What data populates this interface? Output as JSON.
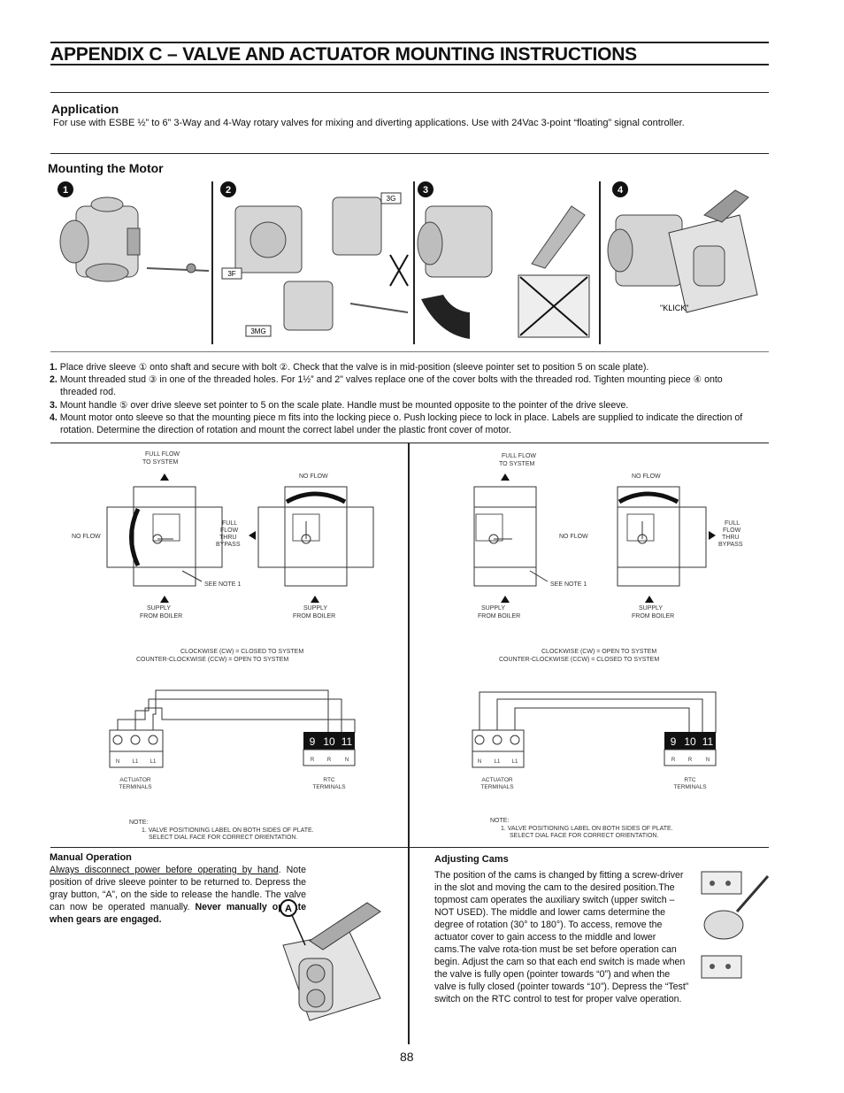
{
  "title": "APPENDIX C  –  VALVE AND ACTUATOR MOUNTING INSTRUCTIONS",
  "application": {
    "heading": "Application",
    "text": "For use with ESBE ½” to 6” 3-Way and 4-Way rotary valves for mixing and diverting applications. Use with 24Vac 3-point “floating” signal controller."
  },
  "mounting": {
    "heading": "Mounting the Motor",
    "panel_numbers": [
      "1",
      "2",
      "3",
      "4"
    ],
    "labels": {
      "3G": "3G",
      "3F": "3F",
      "3MG": "3MG",
      "klick": "\"KLICK\""
    },
    "steps": [
      {
        "num": "1.",
        "text": "Place drive sleeve ① onto shaft and secure with bolt ②. Check that the valve is in mid-position (sleeve pointer set to position 5 on scale plate)."
      },
      {
        "num": "2.",
        "text": "Mount threaded stud ③ in one of the threaded holes. For 1½” and 2\" valves replace one of the cover bolts with the threaded rod. Tighten mounting piece ④ onto threaded rod."
      },
      {
        "num": "3.",
        "text": "Mount handle ⑤ over drive sleeve set pointer to 5 on the scale plate. Handle must be mounted opposite to the pointer of the drive sleeve."
      },
      {
        "num": "4.",
        "text": "Mount motor onto sleeve so that the mounting piece m fits into the locking piece o. Push locking piece to lock in place. Labels are supplied to indicate the direction of rotation. Determine the direction of rotation and mount the correct label under the plastic front cover of motor."
      }
    ]
  },
  "diagram_left": {
    "full_flow": [
      "FULL FLOW",
      "TO SYSTEM"
    ],
    "no_flow_left": "NO FLOW",
    "no_flow_top": "NO FLOW",
    "full_flow_bypass": [
      "FULL",
      "FLOW",
      "THRU",
      "BYPASS"
    ],
    "see_note": "SEE NOTE 1",
    "supply_1": [
      "SUPPLY",
      "FROM BOILER"
    ],
    "supply_2": [
      "SUPPLY",
      "FROM BOILER"
    ],
    "rotation": [
      "CLOCKWISE (CW) = CLOSED TO SYSTEM",
      "COUNTER-CLOCKWISE (CCW) = OPEN TO SYSTEM"
    ],
    "actuator_labels": [
      "N",
      "L1",
      "L1"
    ],
    "rtc_numbers": [
      "9",
      "10",
      "11"
    ],
    "rtc_labels": [
      "R",
      "R",
      "N"
    ],
    "actuator_terminals": [
      "ACTUATOR",
      "TERMINALS"
    ],
    "rtc_terminals": [
      "RTC",
      "TERMINALS"
    ],
    "note": [
      "NOTE:",
      "1. VALVE POSITIONING LABEL ON BOTH SIDES OF PLATE.",
      "SELECT DIAL FACE FOR CORRECT ORIENTATION."
    ]
  },
  "diagram_right": {
    "full_flow": [
      "FULL FLOW",
      "TO SYSTEM"
    ],
    "no_flow_top": "NO FLOW",
    "no_flow_mid": "NO FLOW",
    "full_flow_bypass": [
      "FULL",
      "FLOW",
      "THRU",
      "BYPASS"
    ],
    "see_note": "SEE NOTE 1",
    "supply_1": [
      "SUPPLY",
      "FROM BOILER"
    ],
    "supply_2": [
      "SUPPLY",
      "FROM BOILER"
    ],
    "rotation": [
      "CLOCKWISE (CW) = OPEN TO SYSTEM",
      "COUNTER-CLOCKWISE (CCW) = CLOSED TO SYSTEM"
    ],
    "actuator_labels": [
      "N",
      "L1",
      "L1"
    ],
    "rtc_numbers": [
      "9",
      "10",
      "11"
    ],
    "rtc_labels": [
      "R",
      "R",
      "N"
    ],
    "actuator_terminals": [
      "ACTUATOR",
      "TERMINALS"
    ],
    "rtc_terminals": [
      "RTC",
      "TERMINALS"
    ],
    "note": [
      "NOTE:",
      "1. VALVE POSITIONING LABEL ON BOTH SIDES OF PLATE.",
      "SELECT DIAL FACE FOR CORRECT ORIENTATION."
    ]
  },
  "manual": {
    "heading": "Manual Operation",
    "underlined": "Always disconnect power before operating by hand",
    "text1": ". Note position of drive sleeve pointer to be returned to. Depress the gray button, “A”, on the side to release the handle. The valve can now be operated manually. ",
    "bold": "Never manually operate when gears are engaged.",
    "label_a": "A"
  },
  "cams": {
    "heading": "Adjusting Cams",
    "text": "The position of the cams is changed by fitting a screw-driver in the slot and moving the cam to the desired position.The topmost cam operates the auxiliary switch (upper switch – NOT USED). The middle and lower cams determine the degree of rotation (30° to 180°). To access, remove the actuator cover to gain access to the middle and lower cams.The valve rota-tion must be set before operation can begin.  Adjust the cam so that each end switch is made when the valve is fully open (pointer towards “0”) and when the valve is fully closed (pointer towards “10”).  Depress the “Test” switch on the RTC control to test for proper valve operation."
  },
  "page_number": "88"
}
